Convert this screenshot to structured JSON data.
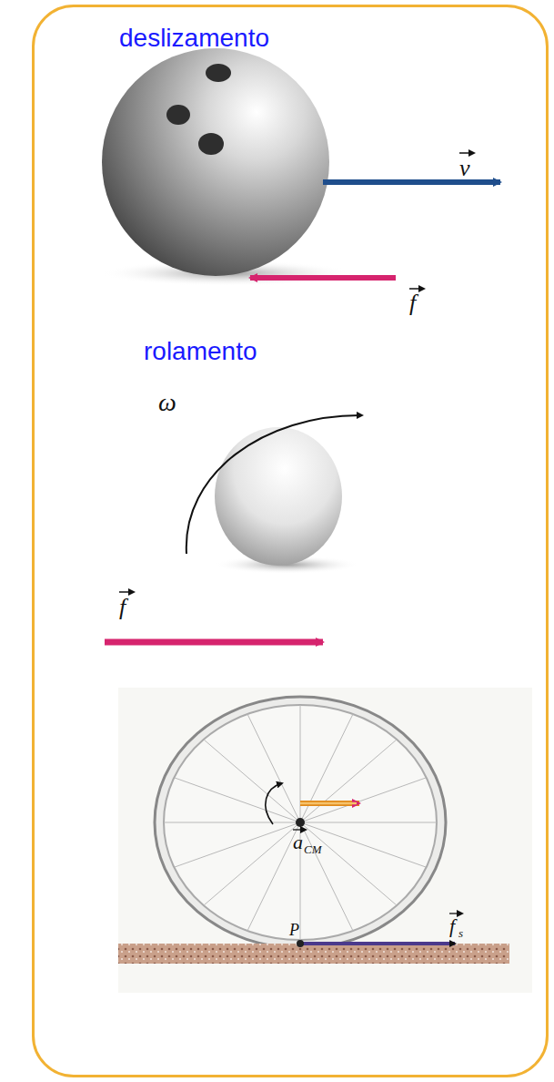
{
  "diagram": {
    "nodes": [
      {
        "text": [
          "deslizamento",
          "rolamento"
        ]
      }
    ],
    "labels": [
      "v",
      "f",
      "ω",
      "f",
      "a",
      "CM",
      "P",
      "f",
      "s"
    ]
  }
}
